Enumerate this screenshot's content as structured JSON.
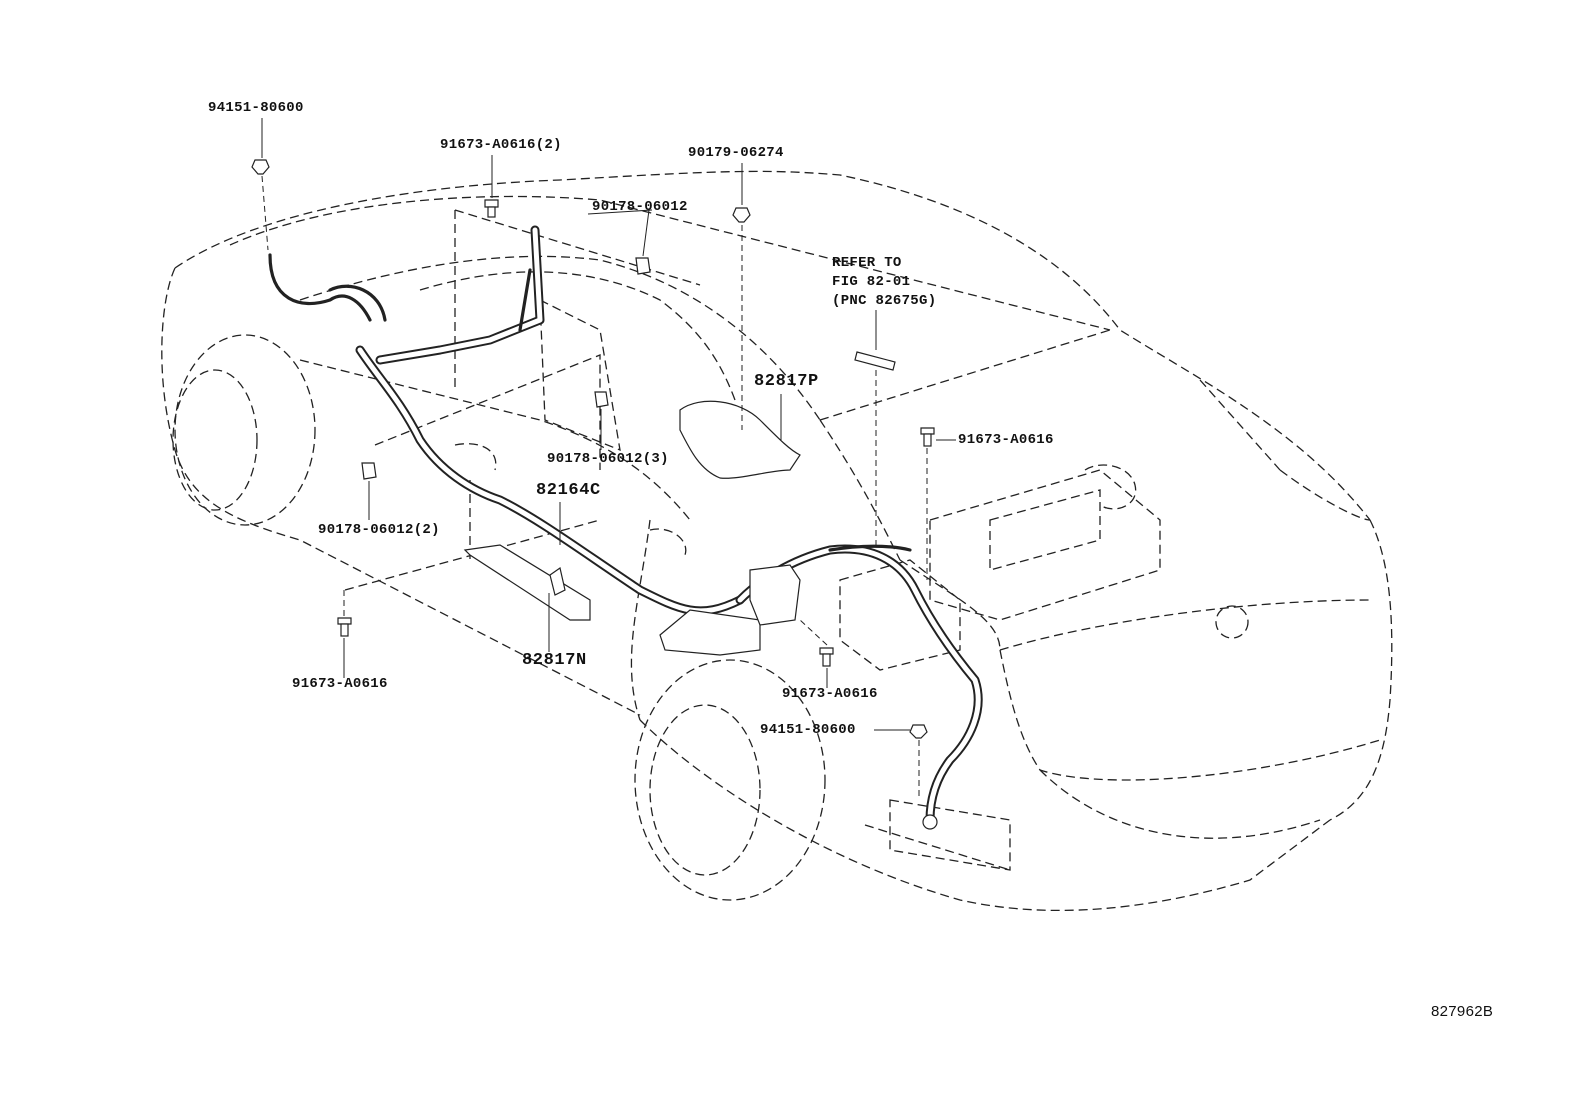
{
  "labels": {
    "nut_94151_top": "94151-80600",
    "bolt_91673_2": "91673-A0616(2)",
    "nut_90179": "90179-06274",
    "clamp_90178_top": "90178-06012",
    "refer_line1": "REFER TO",
    "refer_line2": "FIG 82-01",
    "refer_line3": "(PNC 82675G)",
    "part_82817P": "82817P",
    "bolt_91673_right": "91673-A0616",
    "clamp_90178_3": "90178-06012(3)",
    "part_82164C": "82164C",
    "clamp_90178_2": "90178-06012(2)",
    "bolt_91673_left": "91673-A0616",
    "part_82817N": "82817N",
    "bolt_91673_mid": "91673-A0616",
    "nut_94151_bottom": "94151-80600",
    "figure_code": "827962B"
  }
}
